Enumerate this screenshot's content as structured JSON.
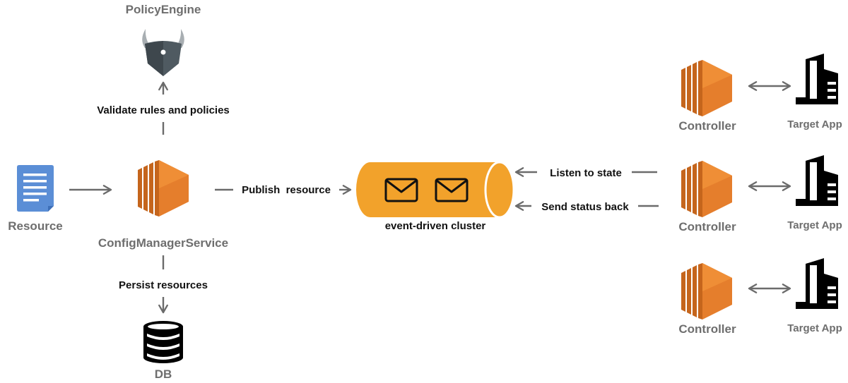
{
  "nodes": {
    "policy_engine": {
      "label": "PolicyEngine",
      "icon": "opa-viking-helmet-icon"
    },
    "resource": {
      "label": "Resource",
      "icon": "document-icon"
    },
    "config_service": {
      "label": "ConfigManagerService",
      "icon": "aws-compute-icon"
    },
    "db": {
      "label": "DB",
      "icon": "database-icon"
    },
    "cluster": {
      "label": "event-driven cluster",
      "icon": "message-queue-icon"
    },
    "controllers": [
      {
        "label": "Controller",
        "icon": "aws-compute-icon",
        "target_label": "Target App",
        "target_icon": "building-icon"
      },
      {
        "label": "Controller",
        "icon": "aws-compute-icon",
        "target_label": "Target App",
        "target_icon": "building-icon"
      },
      {
        "label": "Controller",
        "icon": "aws-compute-icon",
        "target_label": "Target App",
        "target_icon": "building-icon"
      }
    ]
  },
  "edges": {
    "validate": "Validate rules and policies",
    "persist": "Persist resources",
    "publish": "Publish  resource",
    "listen": "Listen to state",
    "status": "Send status back"
  },
  "colors": {
    "orange_light": "#F29E3A",
    "orange_dark": "#C5651C",
    "orange_mid": "#E07A2B",
    "doc_blue": "#5B8ED6",
    "helmet_grey": "#4F5A61",
    "horn_grey": "#A8AEB2",
    "queue_orange": "#F2A22B",
    "arrow_grey": "#6B6B6B",
    "label_grey": "#6E6E6E",
    "text_dark": "#111111"
  }
}
